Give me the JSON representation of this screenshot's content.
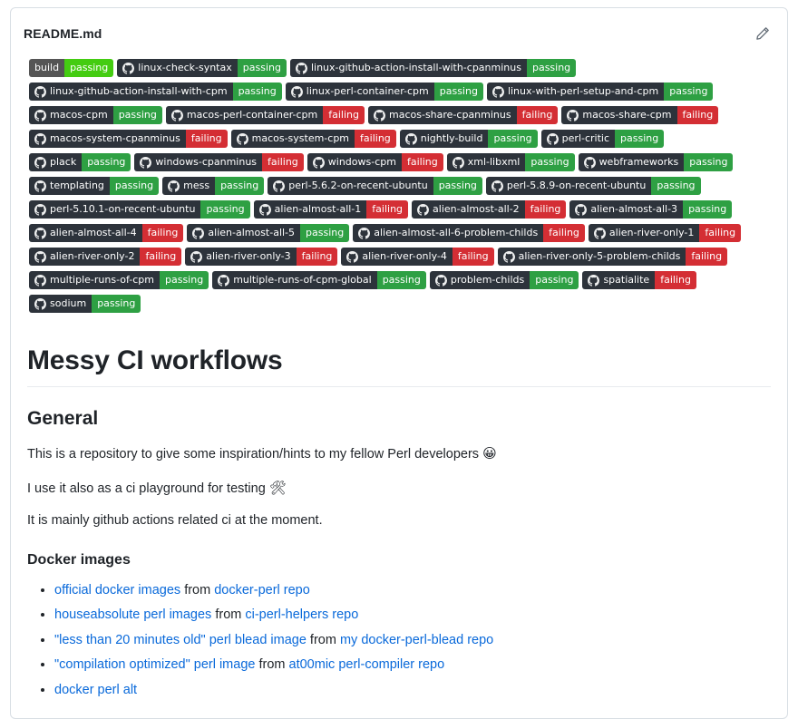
{
  "header": {
    "title": "README.md",
    "edit_icon": "pencil-icon"
  },
  "badges": [
    {
      "style": "shield",
      "label": "build",
      "status": "passing",
      "icon": "none"
    },
    {
      "style": "gh",
      "label": "linux-check-syntax",
      "status": "passing",
      "icon": "github-mark-icon"
    },
    {
      "style": "gh",
      "label": "linux-github-action-install-with-cpanminus",
      "status": "passing",
      "icon": "github-mark-icon"
    },
    {
      "style": "gh",
      "label": "linux-github-action-install-with-cpm",
      "status": "passing",
      "icon": "github-mark-icon"
    },
    {
      "style": "gh",
      "label": "linux-perl-container-cpm",
      "status": "passing",
      "icon": "github-mark-icon"
    },
    {
      "style": "gh",
      "label": "linux-with-perl-setup-and-cpm",
      "status": "passing",
      "icon": "github-mark-icon"
    },
    {
      "style": "gh",
      "label": "macos-cpm",
      "status": "passing",
      "icon": "github-mark-icon"
    },
    {
      "style": "gh",
      "label": "macos-perl-container-cpm",
      "status": "failing",
      "icon": "github-mark-icon"
    },
    {
      "style": "gh",
      "label": "macos-share-cpanminus",
      "status": "failing",
      "icon": "github-mark-icon"
    },
    {
      "style": "gh",
      "label": "macos-share-cpm",
      "status": "failing",
      "icon": "github-mark-icon"
    },
    {
      "style": "gh",
      "label": "macos-system-cpanminus",
      "status": "failing",
      "icon": "github-mark-icon"
    },
    {
      "style": "gh",
      "label": "macos-system-cpm",
      "status": "failing",
      "icon": "github-mark-icon"
    },
    {
      "style": "gh",
      "label": "nightly-build",
      "status": "passing",
      "icon": "github-mark-icon"
    },
    {
      "style": "gh",
      "label": "perl-critic",
      "status": "passing",
      "icon": "github-mark-icon"
    },
    {
      "style": "gh",
      "label": "plack",
      "status": "passing",
      "icon": "github-mark-icon"
    },
    {
      "style": "gh",
      "label": "windows-cpanminus",
      "status": "failing",
      "icon": "github-mark-icon"
    },
    {
      "style": "gh",
      "label": "windows-cpm",
      "status": "failing",
      "icon": "github-mark-icon"
    },
    {
      "style": "gh",
      "label": "xml-libxml",
      "status": "passing",
      "icon": "github-mark-icon"
    },
    {
      "style": "gh",
      "label": "webframeworks",
      "status": "passing",
      "icon": "github-mark-icon"
    },
    {
      "style": "gh",
      "label": "templating",
      "status": "passing",
      "icon": "github-mark-icon"
    },
    {
      "style": "gh",
      "label": "mess",
      "status": "passing",
      "icon": "github-mark-icon"
    },
    {
      "style": "gh",
      "label": "perl-5.6.2-on-recent-ubuntu",
      "status": "passing",
      "icon": "github-mark-icon"
    },
    {
      "style": "gh",
      "label": "perl-5.8.9-on-recent-ubuntu",
      "status": "passing",
      "icon": "github-mark-icon"
    },
    {
      "style": "gh",
      "label": "perl-5.10.1-on-recent-ubuntu",
      "status": "passing",
      "icon": "github-mark-icon"
    },
    {
      "style": "gh",
      "label": "alien-almost-all-1",
      "status": "failing",
      "icon": "github-mark-icon"
    },
    {
      "style": "gh",
      "label": "alien-almost-all-2",
      "status": "failing",
      "icon": "github-mark-icon"
    },
    {
      "style": "gh",
      "label": "alien-almost-all-3",
      "status": "passing",
      "icon": "github-mark-icon"
    },
    {
      "style": "gh",
      "label": "alien-almost-all-4",
      "status": "failing",
      "icon": "github-mark-icon"
    },
    {
      "style": "gh",
      "label": "alien-almost-all-5",
      "status": "passing",
      "icon": "github-mark-icon"
    },
    {
      "style": "gh",
      "label": "alien-almost-all-6-problem-childs",
      "status": "failing",
      "icon": "github-mark-icon"
    },
    {
      "style": "gh",
      "label": "alien-river-only-1",
      "status": "failing",
      "icon": "github-mark-icon"
    },
    {
      "style": "gh",
      "label": "alien-river-only-2",
      "status": "failing",
      "icon": "github-mark-icon"
    },
    {
      "style": "gh",
      "label": "alien-river-only-3",
      "status": "failing",
      "icon": "github-mark-icon"
    },
    {
      "style": "gh",
      "label": "alien-river-only-4",
      "status": "failing",
      "icon": "github-mark-icon"
    },
    {
      "style": "gh",
      "label": "alien-river-only-5-problem-childs",
      "status": "failing",
      "icon": "github-mark-icon"
    },
    {
      "style": "gh",
      "label": "multiple-runs-of-cpm",
      "status": "passing",
      "icon": "github-mark-icon"
    },
    {
      "style": "gh",
      "label": "multiple-runs-of-cpm-global",
      "status": "passing",
      "icon": "github-mark-icon"
    },
    {
      "style": "gh",
      "label": "problem-childs",
      "status": "passing",
      "icon": "github-mark-icon"
    },
    {
      "style": "gh",
      "label": "spatialite",
      "status": "failing",
      "icon": "github-mark-icon"
    },
    {
      "style": "gh",
      "label": "sodium",
      "status": "passing",
      "icon": "github-mark-icon"
    }
  ],
  "content": {
    "h1": "Messy CI workflows",
    "h2_general": "General",
    "paragraphs": [
      {
        "text": "This is a repository to give some inspiration/hints to my fellow Perl developers ",
        "emoji": "😀"
      },
      {
        "text": "I use it also as a ci playground for testing ",
        "emoji": "🛠"
      },
      {
        "text": "It is mainly github actions related ci at the moment.",
        "emoji": ""
      }
    ],
    "h3_docker": "Docker images",
    "docker_list": [
      {
        "link": "official docker images",
        "mid": " from ",
        "link2": "docker-perl repo"
      },
      {
        "link": "houseabsolute perl images",
        "mid": " from ",
        "link2": "ci-perl-helpers repo"
      },
      {
        "link": "\"less than 20 minutes old\" perl blead image",
        "mid": " from ",
        "link2": "my docker-perl-blead repo"
      },
      {
        "link": "\"compilation optimized\" perl image",
        "mid": " from ",
        "link2": "at00mic perl-compiler repo"
      },
      {
        "link": "docker perl alt",
        "mid": "",
        "link2": ""
      }
    ]
  },
  "colors": {
    "badge_dark": "#2d333b",
    "badge_gray": "#555555",
    "passing_green": "#2ea043",
    "shield_green": "#44cc11",
    "failing_red": "#d42e34",
    "link_blue": "#0969da",
    "border": "#d8dee4"
  }
}
